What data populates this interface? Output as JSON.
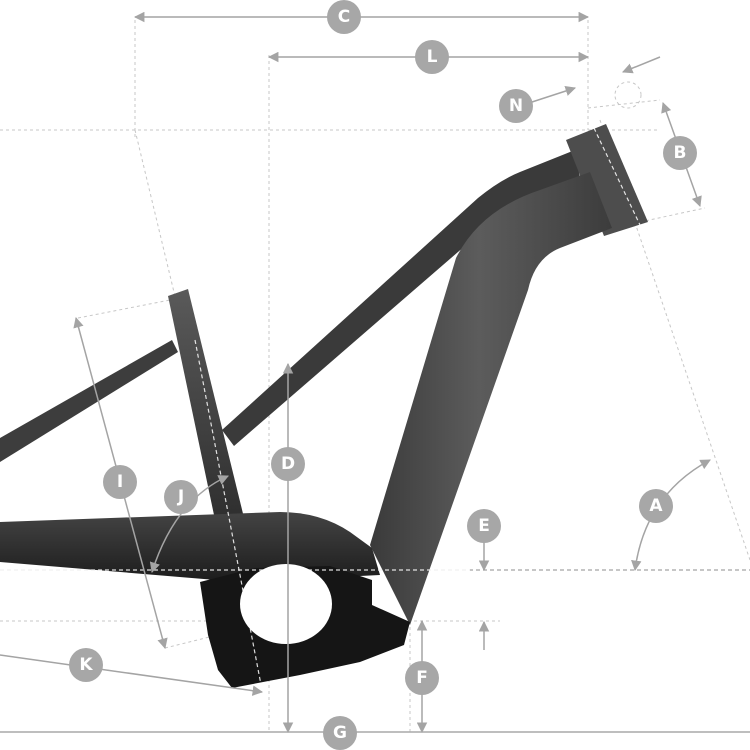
{
  "labels": {
    "A": "A",
    "B": "B",
    "C": "C",
    "D": "D",
    "E": "E",
    "F": "F",
    "G": "G",
    "I": "I",
    "J": "J",
    "K": "K",
    "L": "L",
    "N": "N"
  },
  "colors": {
    "frame_dark": "#2d2d2d",
    "frame_mid": "#4a4a4a",
    "frame_light": "#7a7a7a",
    "motor_black": "#151515",
    "dimension_line": "#a4a4a4",
    "guide_line": "#c7c7c7",
    "label_badge": "#a7a7a7"
  }
}
